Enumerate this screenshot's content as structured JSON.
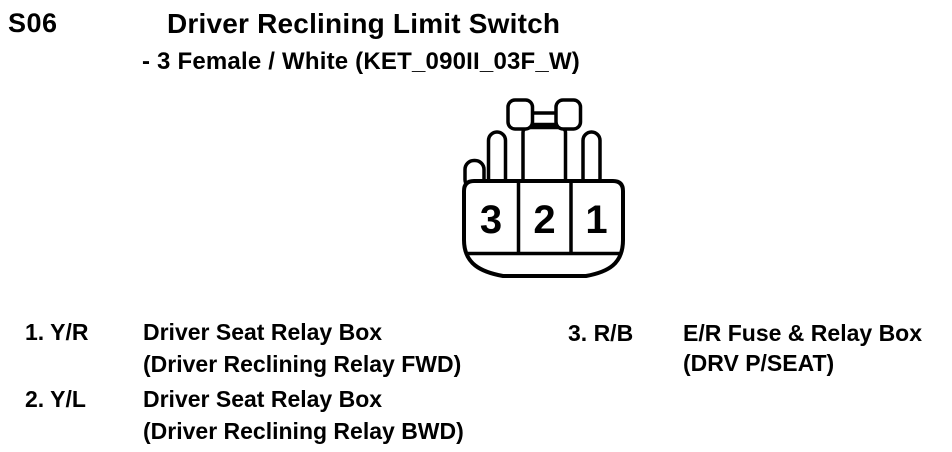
{
  "header": {
    "connector_id": "S06",
    "title": "Driver Reclining Limit Switch",
    "subtitle": "- 3 Female / White (KET_090II_03F_W)"
  },
  "connector": {
    "cavity_labels": [
      "3",
      "2",
      "1"
    ]
  },
  "pins": [
    {
      "label": "1. Y/R",
      "destination": "Driver Seat Relay Box",
      "detail": "(Driver Reclining Relay FWD)"
    },
    {
      "label": "2. Y/L",
      "destination": "Driver Seat Relay Box",
      "detail": "(Driver Reclining Relay BWD)"
    },
    {
      "label": "3. R/B",
      "destination": "E/R Fuse & Relay Box",
      "detail": "(DRV P/SEAT)"
    }
  ],
  "colors": {
    "ink": "#000000",
    "background": "#ffffff"
  }
}
